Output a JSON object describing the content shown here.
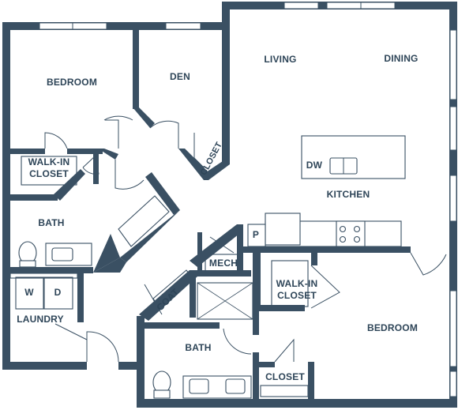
{
  "rooms": {
    "bedroom_1": "BEDROOM",
    "den": "DEN",
    "living": "LIVING",
    "dining": "DINING",
    "walkin_closet_1": [
      "WALK-IN",
      "CLOSET"
    ],
    "closet_den": "CLOSET",
    "kitchen": "KITCHEN",
    "dishwasher": "DW",
    "bath_1": "BATH",
    "pantry": "P",
    "mech": "MECH",
    "washer": "W",
    "dryer": "D",
    "laundry": "LAUNDRY",
    "coat": "COAT",
    "walkin_closet_2": [
      "WALK-IN",
      "CLOSET"
    ],
    "bedroom_2": "BEDROOM",
    "bath_2": "BATH",
    "closet_2": "CLOSET"
  },
  "colors": {
    "wall": "#3a5063",
    "label": "#2e4558",
    "background": "#ffffff"
  }
}
